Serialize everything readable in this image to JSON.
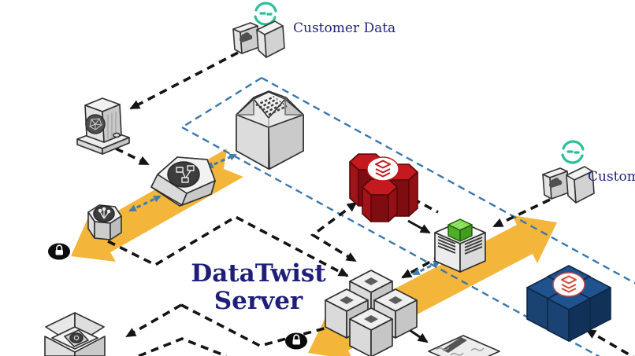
{
  "diagram": {
    "title": {
      "line1": "DataTwist",
      "line2": "Server"
    },
    "labels": {
      "customer_data_top": "Customer Data",
      "customer_data_right": "Customer Data"
    },
    "colors": {
      "flow_band_yellow": "#F3B53A",
      "navy_text": "#23237E",
      "boundary_blue": "#3A77AD",
      "mini_arrow_blue": "#3F7DAD",
      "teal_logo": "#2CBF97",
      "database_red": "#C4191F",
      "database_blue": "#20528F",
      "cube_green": "#5FBE31",
      "connector_black": "#141414"
    },
    "nodes": [
      "customer-data-source-top",
      "customer-data-source-right",
      "monitor-tower",
      "transform-gem",
      "process-hexagon",
      "mainframe-building",
      "red-database-cluster",
      "green-cube-server",
      "datatwist-server-cluster",
      "blue-database-cluster",
      "open-box-archive",
      "document-slab",
      "padlock-left",
      "padlock-bottom"
    ]
  }
}
